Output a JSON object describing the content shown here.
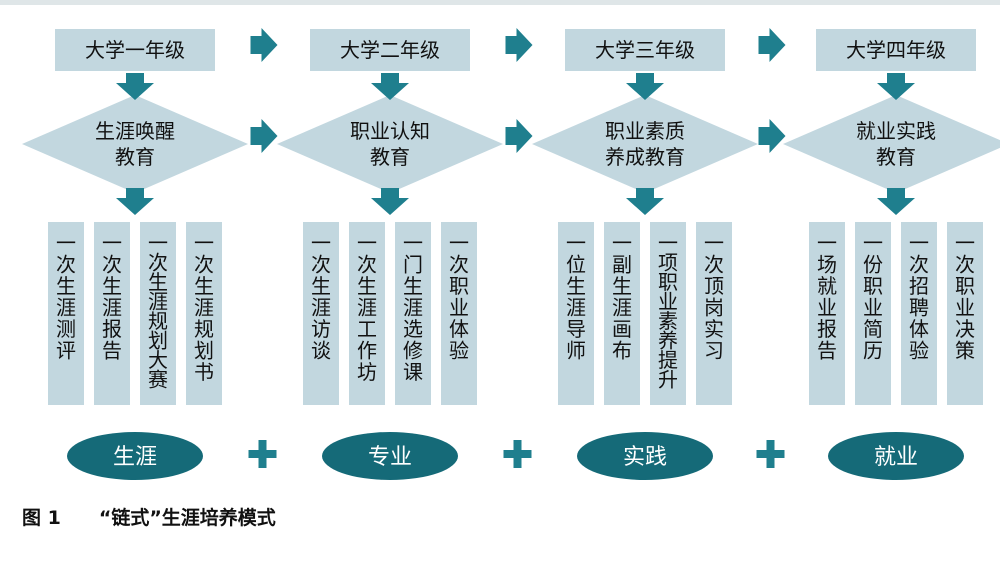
{
  "colors": {
    "light": "#c2d7df",
    "teal": "#1f7f8e",
    "oval": "#156a78"
  },
  "figure_caption": "图 1　　“链式”生涯培养模式",
  "stages": [
    {
      "year": "大学一年级",
      "education": [
        "生涯唤醒",
        "教育"
      ],
      "activities": [
        "一次生涯测评",
        "一次生涯报告",
        "一次生涯规划大赛",
        "一次生涯规划书"
      ],
      "outcome": "生涯"
    },
    {
      "year": "大学二年级",
      "education": [
        "职业认知",
        "教育"
      ],
      "activities": [
        "一次生涯访谈",
        "一次生涯工作坊",
        "一门生涯选修课",
        "一次职业体验"
      ],
      "outcome": "专业"
    },
    {
      "year": "大学三年级",
      "education": [
        "职业素质",
        "养成教育"
      ],
      "activities": [
        "一位生涯导师",
        "一副生涯画布",
        "一项职业素养提升",
        "一次顶岗实习"
      ],
      "outcome": "实践"
    },
    {
      "year": "大学四年级",
      "education": [
        "就业实践",
        "教育"
      ],
      "activities": [
        "一场就业报告",
        "一份职业简历",
        "一次招聘体验",
        "一次职业决策"
      ],
      "outcome": "就业"
    }
  ]
}
